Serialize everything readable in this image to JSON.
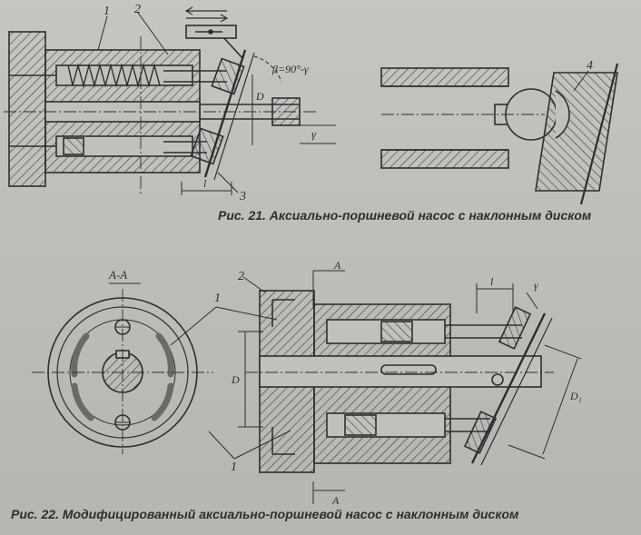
{
  "figure21": {
    "caption": "Рис. 21. Аксиально-поршневой насос с наклонным диском",
    "labels": {
      "n1": "1",
      "n2": "2",
      "n3": "3",
      "n4": "4",
      "angle": "β=90°-γ",
      "gamma": "γ",
      "d": "D",
      "l": "l"
    }
  },
  "figure22": {
    "caption": "Рис. 22. Модифицированный аксиально-поршневой насос с наклонным диском",
    "labels": {
      "section": "А-А",
      "a_top": "А",
      "a_bottom": "А",
      "n1a": "1",
      "n1b": "1",
      "n2": "2",
      "d_left": "D",
      "d_right": "D₁",
      "l": "l",
      "gamma": "γ"
    }
  },
  "colors": {
    "ink": "#2e2e2e",
    "paper": "#c1c0bc"
  }
}
